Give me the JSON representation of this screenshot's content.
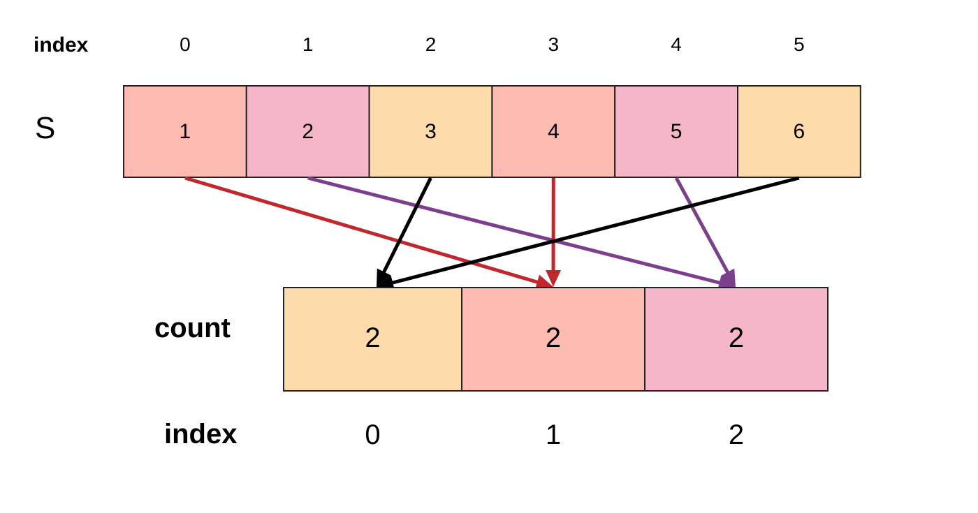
{
  "top_array": {
    "index_label": "index",
    "name_label": "S",
    "indices": [
      "0",
      "1",
      "2",
      "3",
      "4",
      "5"
    ],
    "values": [
      "1",
      "2",
      "3",
      "4",
      "5",
      "6"
    ],
    "cell_colors": [
      "#fdbbb1",
      "#f4b6c8",
      "#fddbab",
      "#fdbbb1",
      "#f4b6c8",
      "#fddbab"
    ]
  },
  "count_array": {
    "name_label": "count",
    "index_label": "index",
    "indices": [
      "0",
      "1",
      "2"
    ],
    "values": [
      "2",
      "2",
      "2"
    ],
    "cell_colors": [
      "#fddbab",
      "#fdbbb1",
      "#f4b6c8"
    ]
  },
  "arrows": [
    {
      "from_index": 0,
      "to_index": 1,
      "color": "#c1272d"
    },
    {
      "from_index": 1,
      "to_index": 2,
      "color": "#7b3f8c"
    },
    {
      "from_index": 2,
      "to_index": 0,
      "color": "#000000"
    },
    {
      "from_index": 3,
      "to_index": 1,
      "color": "#c1272d"
    },
    {
      "from_index": 4,
      "to_index": 2,
      "color": "#7b3f8c"
    },
    {
      "from_index": 5,
      "to_index": 0,
      "color": "#000000"
    }
  ]
}
